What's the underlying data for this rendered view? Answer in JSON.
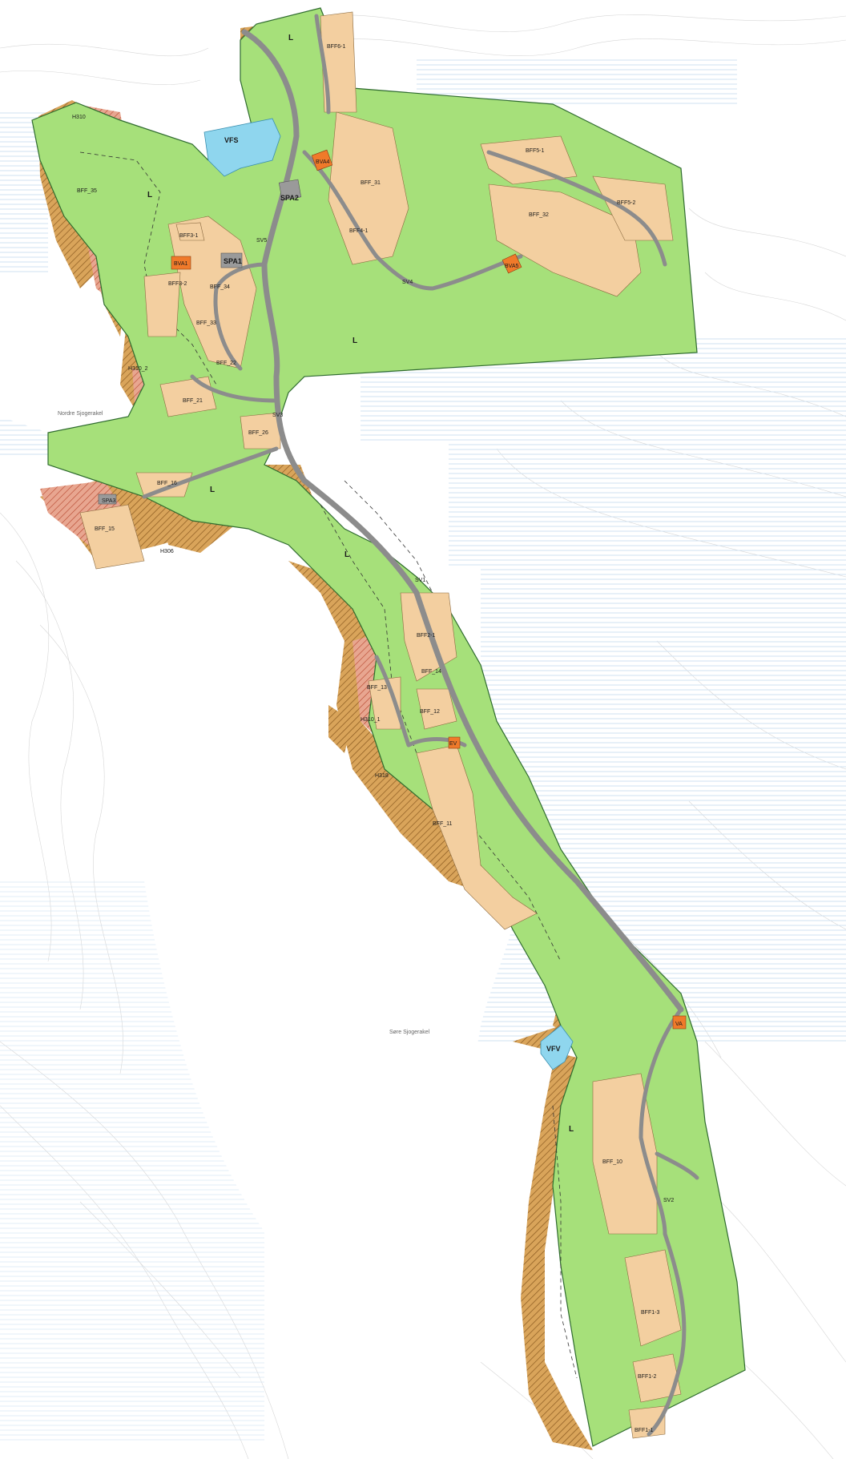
{
  "colors": {
    "background": "#ffffff",
    "contour": "#c9c9c9",
    "water_hatch": "#cfe1f2",
    "agriculture_green": "#a6e07a",
    "building_zone": "#f3cfa0",
    "hazard_zone": "#d9a45a",
    "road": "#8c8c8c",
    "parking": "#9a9a9a",
    "water_pond": "#8fd6ee",
    "utility_orange": "#f07a2a",
    "boundary": "#2f6b2f"
  },
  "lakes": [
    {
      "id": "lake-north",
      "label": "Nordre Sjogerakel"
    },
    {
      "id": "lake-south",
      "label": "Søre Sjogerakel"
    }
  ],
  "ponds": [
    {
      "id": "vfs",
      "label": "VFS"
    },
    {
      "id": "vfv",
      "label": "VFV"
    }
  ],
  "parking": [
    {
      "id": "spa1",
      "label": "SPA1"
    },
    {
      "id": "spa2",
      "label": "SPA2"
    },
    {
      "id": "spa3",
      "label": "SPA3"
    }
  ],
  "utilities": [
    {
      "id": "bva1",
      "label": "BVA1"
    },
    {
      "id": "bva4",
      "label": "BVA4"
    },
    {
      "id": "bva5",
      "label": "BVA5"
    },
    {
      "id": "va",
      "label": "VA"
    },
    {
      "id": "ev",
      "label": "EV"
    }
  ],
  "zones": {
    "landbruk_label": "L",
    "hazard_labels": [
      "H310",
      "H318",
      "H310_2",
      "H310_1",
      "H306"
    ],
    "plot_labels": [
      "BFF_31",
      "BFF_32",
      "BFF_33",
      "BFF_34",
      "BFF_11",
      "BFF_22",
      "BFF_16",
      "BFF_12",
      "BFF_13",
      "BFF_14",
      "BFF_15",
      "BFF_10",
      "BFF_21",
      "BFF_26",
      "BFF_35"
    ],
    "group_labels": [
      "BFF6-1",
      "BFF4-1",
      "BFF5-1",
      "BFF5-2",
      "BFF3-1",
      "BFF3-2",
      "BFF2-1",
      "BFF1-1",
      "BFF1-2",
      "BFF1-3"
    ],
    "road_labels": [
      "SV1",
      "SV2",
      "SV3",
      "SV4",
      "SV5"
    ]
  }
}
